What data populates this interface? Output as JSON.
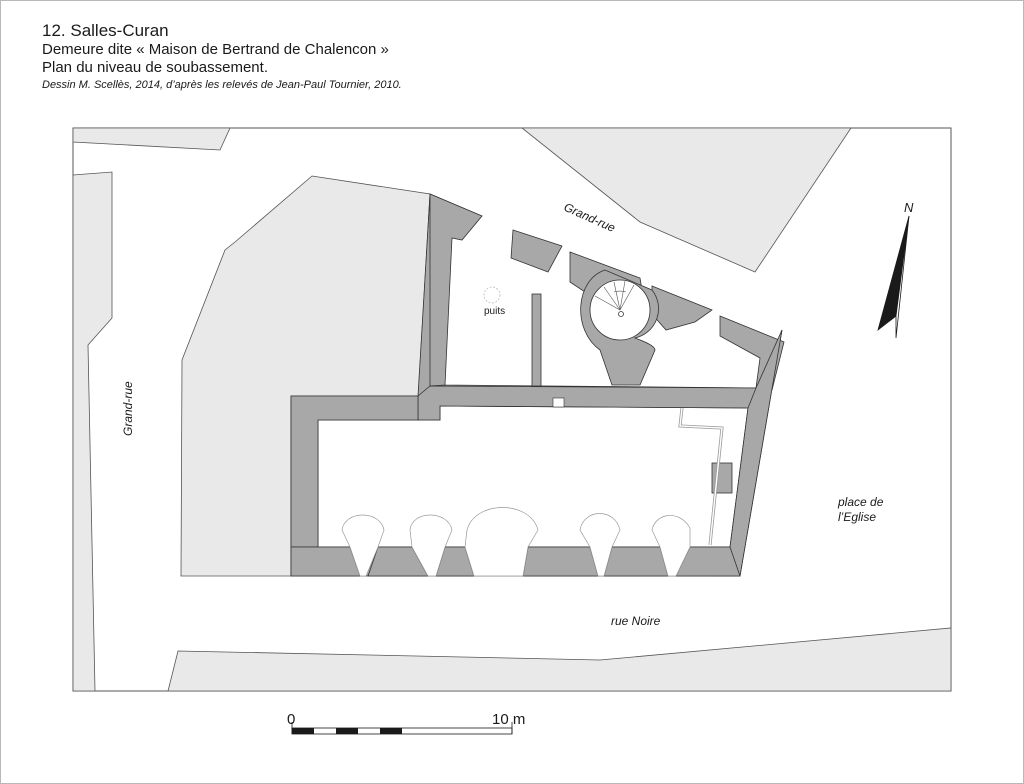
{
  "header": {
    "title": "12. Salles-Curan",
    "subtitle": "Demeure dite « Maison de Bertrand de Chalencon »",
    "level": "Plan du niveau de soubassement.",
    "credit": "Dessin M. Scellès, 2014, d’après les relevés de Jean-Paul Tournier, 2010."
  },
  "labels": {
    "grand_rue_top": "Grand-rue",
    "grand_rue_left": "Grand-rue",
    "puits": "puits",
    "rue_noire": "rue Noire",
    "place_line1": "place de",
    "place_line2": "l’Eglise"
  },
  "north": {
    "label": "N"
  },
  "scale_bar": {
    "start_label": "0",
    "end_label": "10 m"
  },
  "colors": {
    "wall": "#a8a8a8",
    "neighbor": "#e9e9e9",
    "stroke": "#333333"
  }
}
